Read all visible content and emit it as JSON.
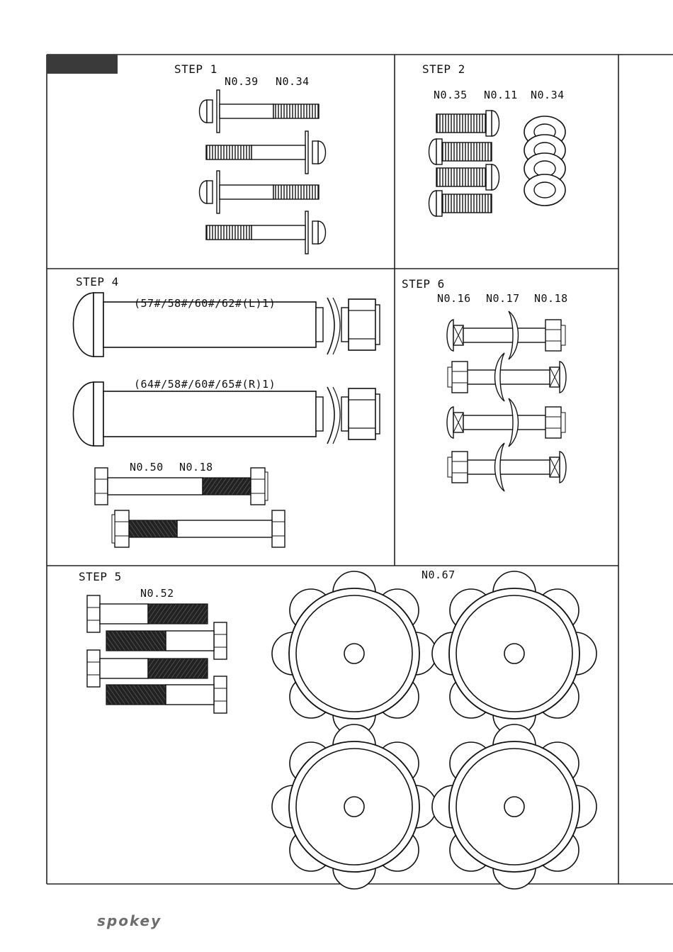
{
  "steps": {
    "step1": {
      "title": "STEP 1",
      "labels": [
        "N0.39",
        "N0.34"
      ]
    },
    "step2": {
      "title": "STEP 2",
      "labels": [
        "N0.35",
        "N0.11",
        "N0.34"
      ]
    },
    "step4": {
      "title": "STEP 4",
      "axle_left": "(57#/58#/60#/62#(L)1)",
      "axle_right": "(64#/58#/60#/65#(R)1)",
      "labels": [
        "N0.50",
        "N0.18"
      ]
    },
    "step6": {
      "title": "STEP 6",
      "labels": [
        "N0.16",
        "N0.17",
        "N0.18"
      ]
    },
    "step5": {
      "title": "STEP 5",
      "labels": [
        "N0.52"
      ]
    },
    "wheels": {
      "label": "N0.67"
    }
  },
  "brand": {
    "name": "spokey",
    "color": "#6d6d6d"
  },
  "colors": {
    "line": "#111111",
    "tab": "#3a3a3a"
  }
}
